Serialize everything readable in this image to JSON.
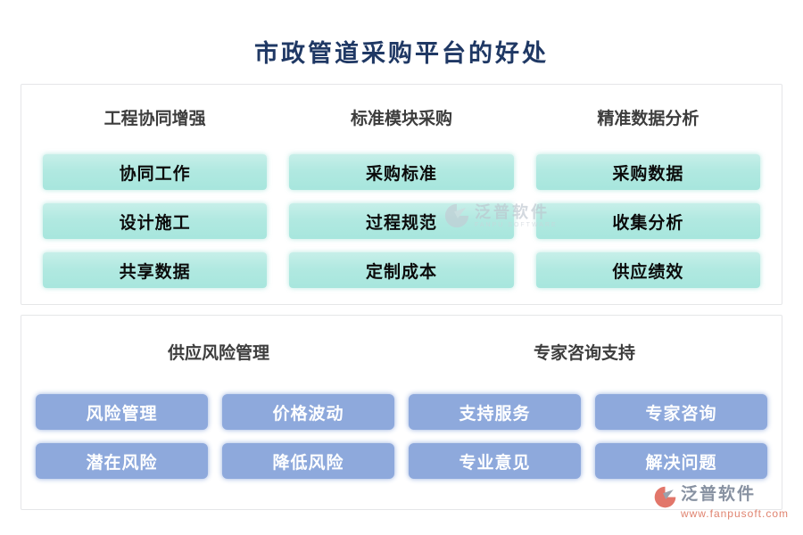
{
  "title": "市政管道采购平台的好处",
  "top_section": {
    "columns": [
      {
        "header": "工程协同增强",
        "items": [
          "协同工作",
          "设计施工",
          "共享数据"
        ]
      },
      {
        "header": "标准模块采购",
        "items": [
          "采购标准",
          "过程规范",
          "定制成本"
        ]
      },
      {
        "header": "精准数据分析",
        "items": [
          "采购数据",
          "收集分析",
          "供应绩效"
        ]
      }
    ]
  },
  "bottom_section": {
    "groups": [
      {
        "header": "供应风险管理",
        "items": [
          "风险管理",
          "价格波动",
          "潜在风险",
          "降低风险"
        ]
      },
      {
        "header": "专家咨询支持",
        "items": [
          "支持服务",
          "专家咨询",
          "专业意见",
          "解决问题"
        ]
      }
    ]
  },
  "watermark_center": {
    "name": "泛普软件",
    "subtitle": "FANPU SOFTWARE"
  },
  "watermark_corner": {
    "name": "泛普软件",
    "url": "www.fanpusoft.com"
  },
  "colors": {
    "title_navy": "#1f3864",
    "header_gray": "#3d3d3d",
    "teal_pill": "#aee7df",
    "blue_pill": "#8ea9dc",
    "watermark_salmon": "#e0836f"
  }
}
